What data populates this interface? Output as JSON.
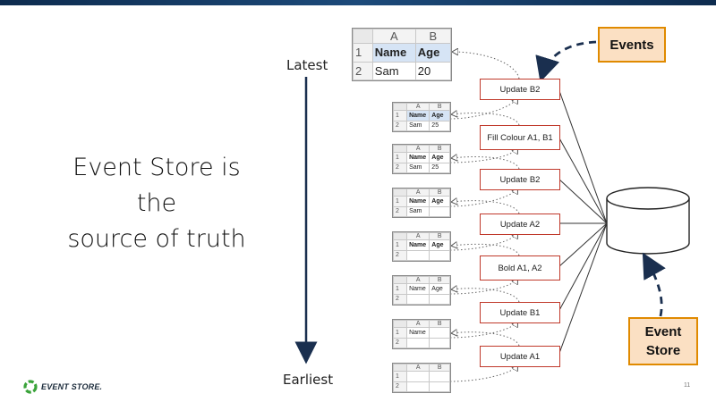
{
  "headline": [
    "Event Store is",
    "the",
    "source of truth"
  ],
  "axis": {
    "top": "Latest",
    "bottom": "Earliest"
  },
  "events": [
    "Update B2",
    "Fill Colour A1, B1",
    "Update B2",
    "Update A2",
    "Bold A1, A2",
    "Update B1",
    "Update A1"
  ],
  "callouts": {
    "events": "Events",
    "store": "Event\nStore"
  },
  "sheets": [
    {
      "col_a": "A",
      "col_b": "B",
      "r1": "1",
      "r2": "2",
      "a1": "Name",
      "b1": "Age",
      "a2": "Sam",
      "b2": "20",
      "bold": true,
      "fill": true
    },
    {
      "col_a": "A",
      "col_b": "B",
      "r1": "1",
      "r2": "2",
      "a1": "Name",
      "b1": "Age",
      "a2": "Sam",
      "b2": "25",
      "bold": true,
      "fill": true
    },
    {
      "col_a": "A",
      "col_b": "B",
      "r1": "1",
      "r2": "2",
      "a1": "Name",
      "b1": "Age",
      "a2": "Sam",
      "b2": "25",
      "bold": true,
      "fill": false
    },
    {
      "col_a": "A",
      "col_b": "B",
      "r1": "1",
      "r2": "2",
      "a1": "Name",
      "b1": "Age",
      "a2": "Sam",
      "b2": "",
      "bold": true,
      "fill": false
    },
    {
      "col_a": "A",
      "col_b": "B",
      "r1": "1",
      "r2": "2",
      "a1": "Name",
      "b1": "Age",
      "a2": "",
      "b2": "",
      "bold": true,
      "fill": false
    },
    {
      "col_a": "A",
      "col_b": "B",
      "r1": "1",
      "r2": "2",
      "a1": "Name",
      "b1": "Age",
      "a2": "",
      "b2": "",
      "bold": false,
      "fill": false
    },
    {
      "col_a": "A",
      "col_b": "B",
      "r1": "1",
      "r2": "2",
      "a1": "Name",
      "b1": "",
      "a2": "",
      "b2": "",
      "bold": false,
      "fill": false
    },
    {
      "col_a": "A",
      "col_b": "B",
      "r1": "1",
      "r2": "2",
      "a1": "",
      "b1": "",
      "a2": "",
      "b2": "",
      "bold": false,
      "fill": false
    }
  ],
  "logo": "EVENT STORE.",
  "page_number": "11",
  "colors": {
    "topbar": "#0d2b4e",
    "event_border": "#c0392b",
    "callout_fill": "#fbe0c3",
    "callout_border": "#e08a00",
    "arrow": "#1a2f4f"
  }
}
